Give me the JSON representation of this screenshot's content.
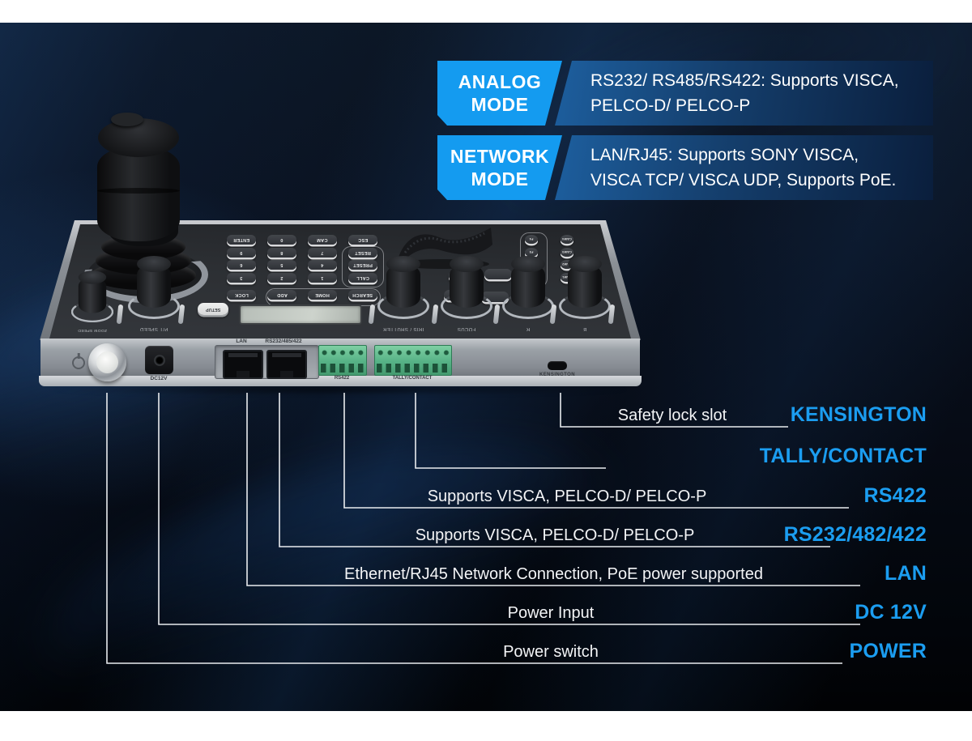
{
  "colors": {
    "accent": "#1B9DF0",
    "callout_tag_bg": "#149BF0",
    "callout_body_dark": "#0a1e3c",
    "line": "#E9ECEF"
  },
  "callouts": [
    {
      "label_line1": "ANALOG",
      "label_line2": "MODE",
      "desc_line1": "RS232/ RS485/RS422: Supports VISCA,",
      "desc_line2": "PELCO-D/ PELCO-P"
    },
    {
      "label_line1": "NETWORK",
      "label_line2": "MODE",
      "desc_line1": "LAN/RJ45: Supports SONY VISCA,",
      "desc_line2": "VISCA TCP/ VISCA UDP, Supports PoE."
    }
  ],
  "annotations": [
    {
      "description": "Safety lock slot",
      "label": "KENSINGTON"
    },
    {
      "description": "",
      "label": "TALLY/CONTACT"
    },
    {
      "description": "Supports VISCA, PELCO-D/ PELCO-P",
      "label": "RS422"
    },
    {
      "description": "Supports VISCA, PELCO-D/ PELCO-P",
      "label": "RS232/482/422"
    },
    {
      "description": "Ethernet/RJ45 Network Connection, PoE power supported",
      "label": "LAN"
    },
    {
      "description": "Power Input",
      "label": "DC 12V"
    },
    {
      "description": "Power switch",
      "label": "POWER"
    }
  ],
  "device": {
    "rear_ports": {
      "lan": "LAN",
      "serial": "RS232/485/422",
      "rs422": "RS422",
      "tally": "TALLY/CONTACT",
      "kensington": "KENSINGTON",
      "dc": "DC12V"
    },
    "controls": {
      "zoom_speed": "ZOOM SPEED",
      "pt_speed": "P/T SPEED",
      "setup": "SETUP",
      "iris_shutter": "IRIS / SHUTTER",
      "focus": "FOCUS",
      "red": "R",
      "blue": "B"
    },
    "keypad": [
      [
        "ENTER",
        "0",
        "CAM",
        "ESC"
      ],
      [
        "9",
        "8",
        "7",
        "RESET"
      ],
      [
        "6",
        "5",
        "4",
        "PRESET"
      ],
      [
        "3",
        "2",
        "1",
        "CALL"
      ],
      [
        "LOCK",
        "ADD",
        "HOME",
        "SEARCH"
      ]
    ],
    "fn_buttons": [
      "F4",
      "F3",
      "F2",
      "F1"
    ],
    "cam_buttons": [
      "CAM4",
      "CAM3",
      "CAM2",
      "CAM1"
    ]
  }
}
